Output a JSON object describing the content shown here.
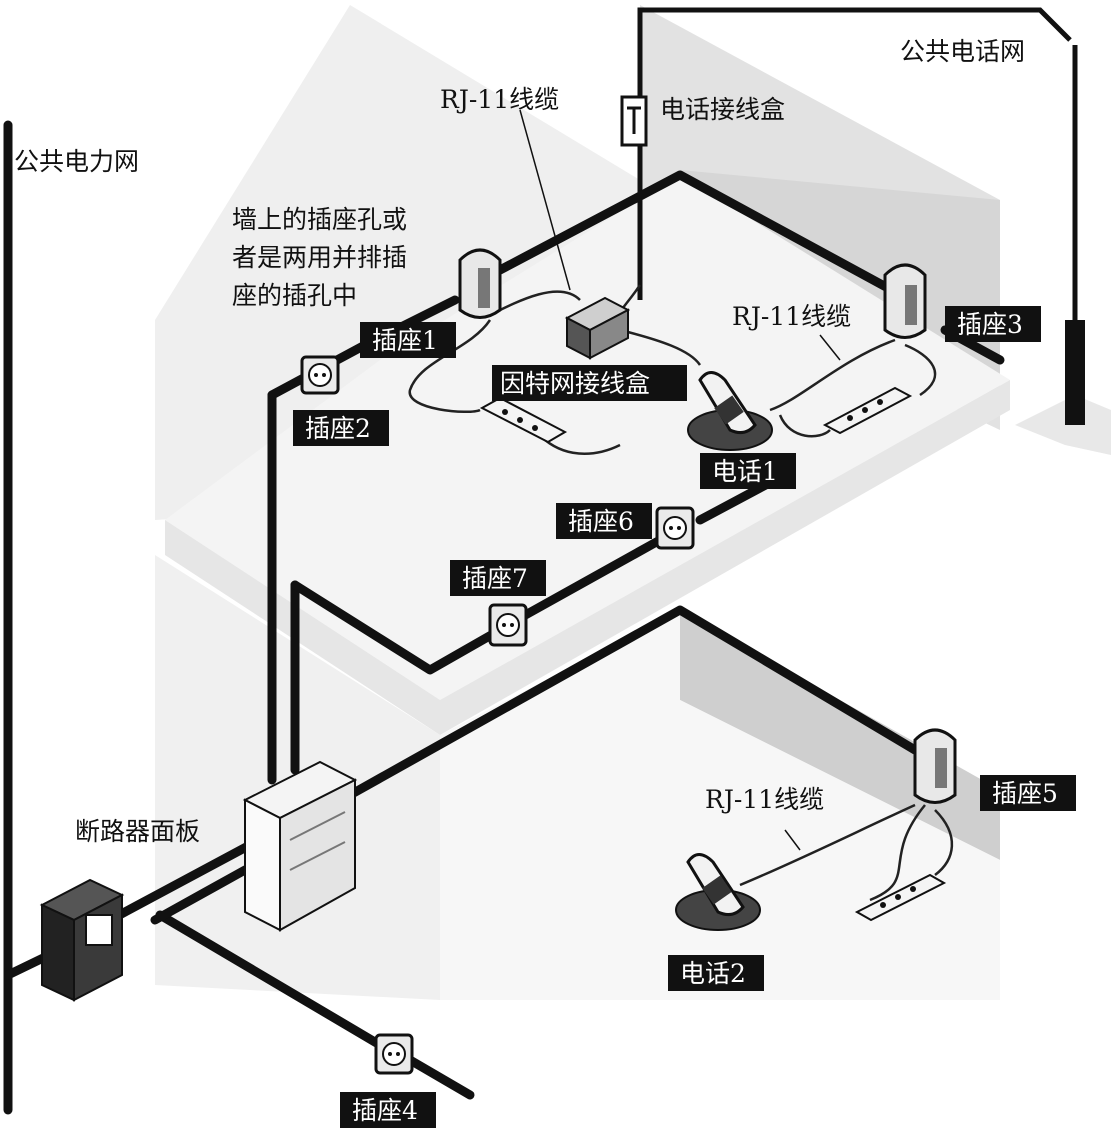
{
  "labels": {
    "public_phone_network": "公共电话网",
    "public_power_grid": "公共电力网",
    "phone_junction_box": "电话接线盒",
    "rj11_top": "RJ-11线缆",
    "rj11_right": "RJ-11线缆",
    "rj11_bottom": "RJ-11线缆",
    "wall_socket_note": [
      "墙上的插座孔或",
      "者是两用并排插",
      "座的插孔中"
    ],
    "internet_junction_box": "因特网接线盒",
    "breaker_panel": "断路器面板"
  },
  "tags": {
    "socket1": "插座1",
    "socket2": "插座2",
    "socket3": "插座3",
    "socket4": "插座4",
    "socket5": "插座5",
    "socket6": "插座6",
    "socket7": "插座7",
    "phone1": "电话1",
    "phone2": "电话2"
  },
  "colors": {
    "wire": "#111111",
    "wall_light": "#f2f2f2",
    "wall_mid": "#dcdcdc",
    "wall_dark": "#c4c4c4",
    "floor": "#eeeeee"
  }
}
